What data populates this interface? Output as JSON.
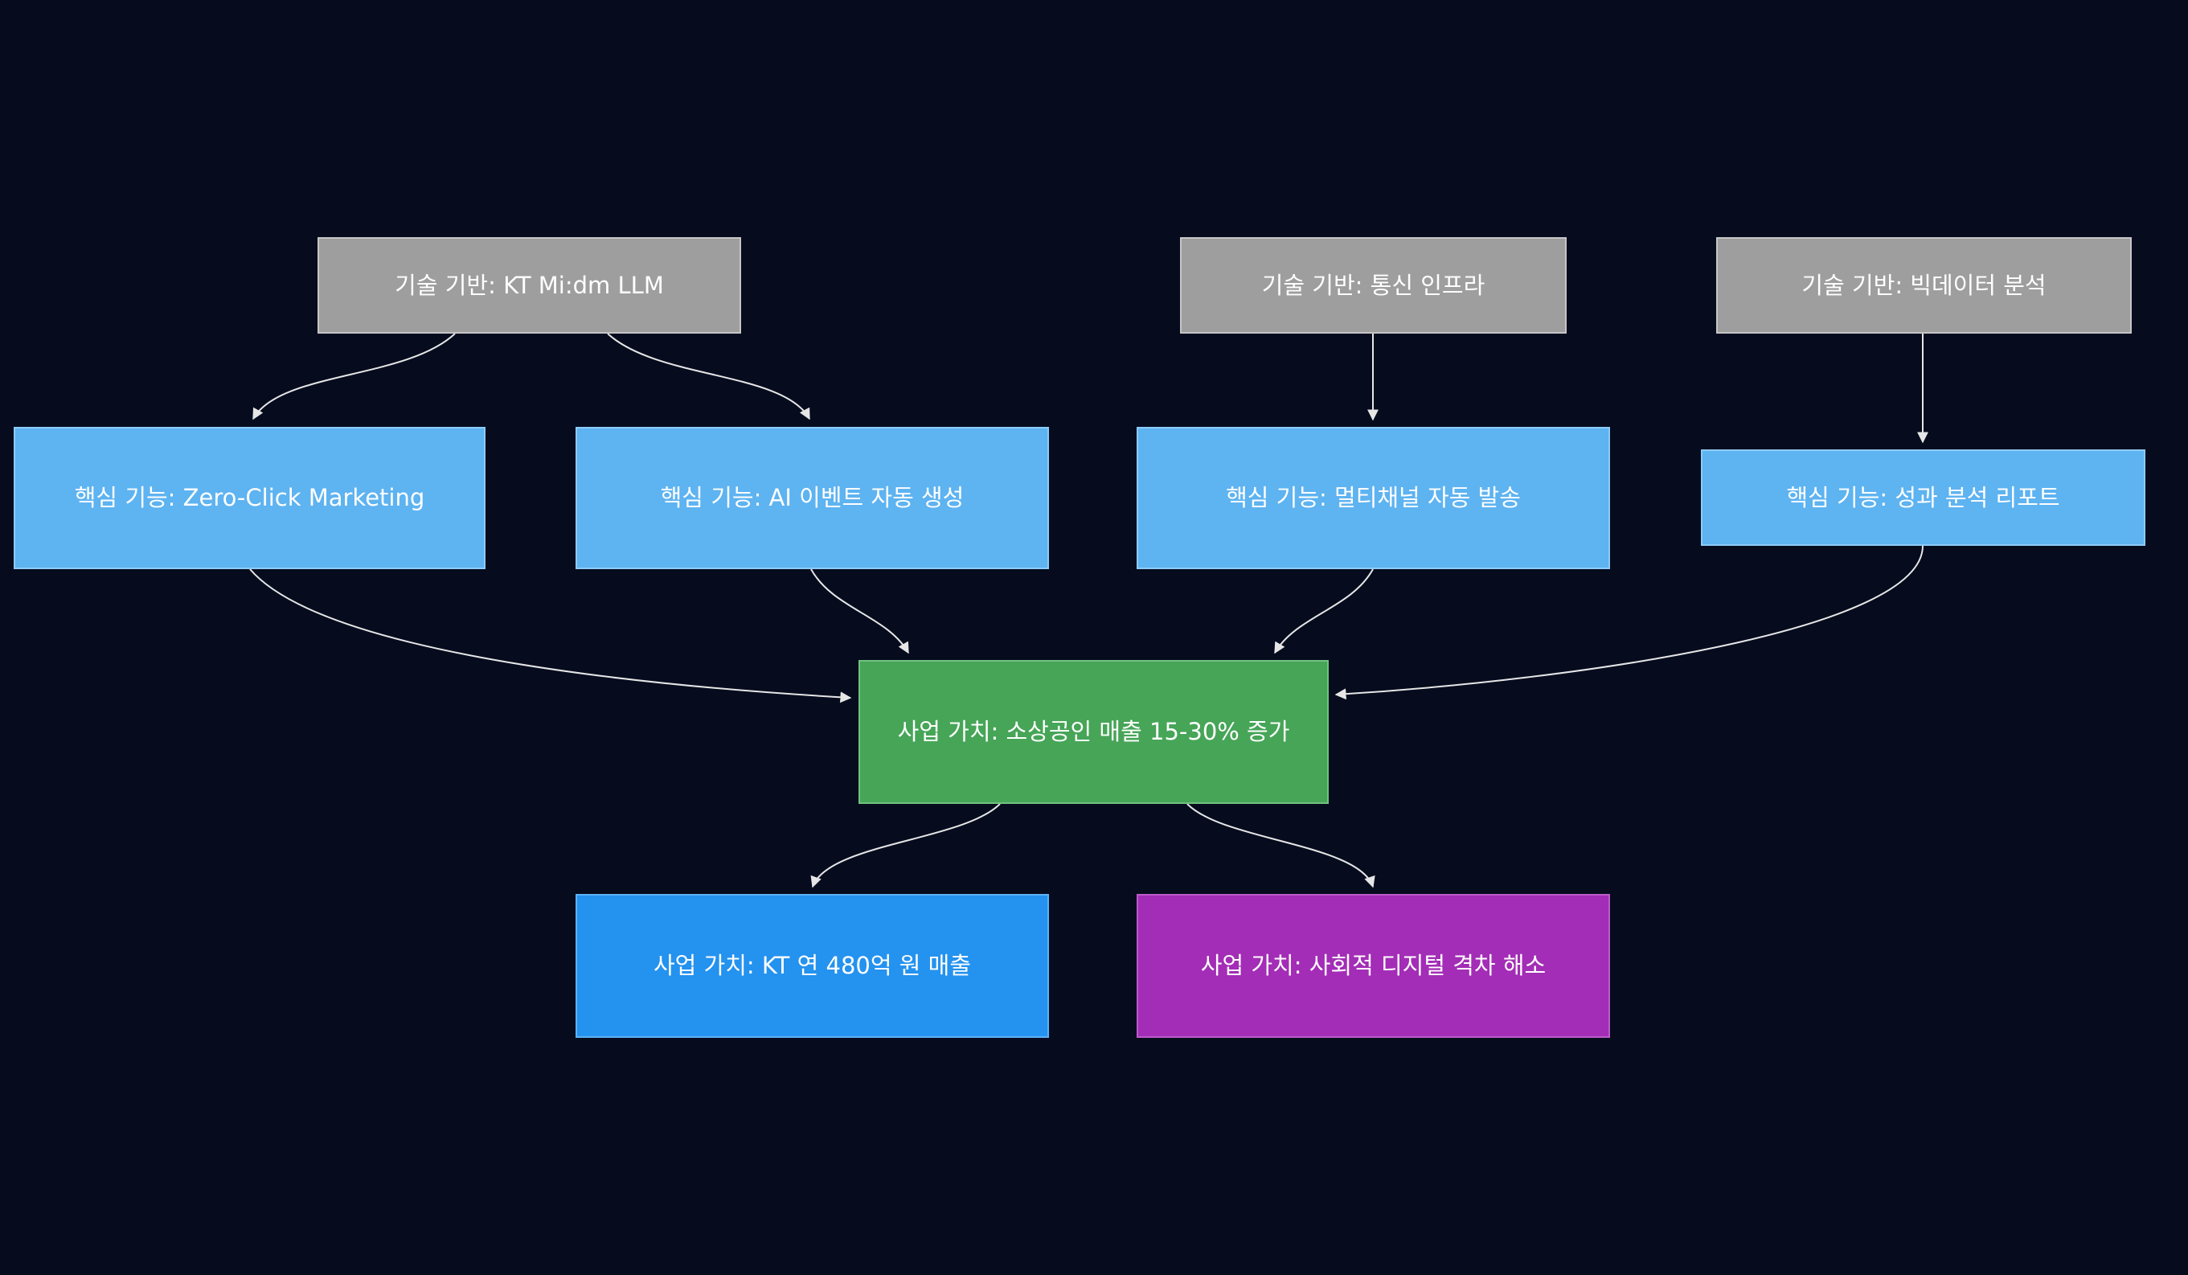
{
  "diagram": {
    "type": "flowchart",
    "direction": "top-down"
  },
  "colors": {
    "background": "#060c1e",
    "edge": "#e6e6e6",
    "text": "#ffffff",
    "tech-fill": "#9e9e9e",
    "tech-border": "#c6c6c6",
    "feature-fill": "#5eb3f1",
    "feature-border": "#8dcbf8",
    "green-fill": "#46a557",
    "green-border": "#71c280",
    "blue-fill": "#2492ef",
    "blue-border": "#5db2f5",
    "purple-fill": "#a32db6",
    "purple-border": "#bd5bcb"
  },
  "nodes": {
    "tech_llm": {
      "kind": "tech",
      "label": "기술 기반: KT Mi:dm LLM"
    },
    "tech_network": {
      "kind": "tech",
      "label": "기술 기반: 통신 인프라"
    },
    "tech_bigdata": {
      "kind": "tech",
      "label": "기술 기반: 빅데이터 분석"
    },
    "feat_zero_click": {
      "kind": "feature",
      "label": "핵심 기능: Zero-Click Marketing"
    },
    "feat_ai_event": {
      "kind": "feature",
      "label": "핵심 기능: AI 이벤트 자동 생성"
    },
    "feat_multichannel": {
      "kind": "feature",
      "label": "핵심 기능: 멀티채널 자동 발송"
    },
    "feat_report": {
      "kind": "feature",
      "label": "핵심 기능: 성과 분석 리포트"
    },
    "value_sales_increase": {
      "kind": "value-green",
      "label": "사업 가치: 소상공인 매출 15-30% 증가"
    },
    "value_kt_revenue": {
      "kind": "value-blue",
      "label": "사업 가치: KT 연 480억 원 매출"
    },
    "value_digital_gap": {
      "kind": "value-purple",
      "label": "사업 가치: 사회적 디지털 격차 해소"
    }
  },
  "edges": [
    {
      "from": "tech_llm",
      "to": "feat_zero_click"
    },
    {
      "from": "tech_llm",
      "to": "feat_ai_event"
    },
    {
      "from": "tech_network",
      "to": "feat_multichannel"
    },
    {
      "from": "tech_bigdata",
      "to": "feat_report"
    },
    {
      "from": "feat_zero_click",
      "to": "value_sales_increase"
    },
    {
      "from": "feat_ai_event",
      "to": "value_sales_increase"
    },
    {
      "from": "feat_multichannel",
      "to": "value_sales_increase"
    },
    {
      "from": "feat_report",
      "to": "value_sales_increase"
    },
    {
      "from": "value_sales_increase",
      "to": "value_kt_revenue"
    },
    {
      "from": "value_sales_increase",
      "to": "value_digital_gap"
    }
  ]
}
